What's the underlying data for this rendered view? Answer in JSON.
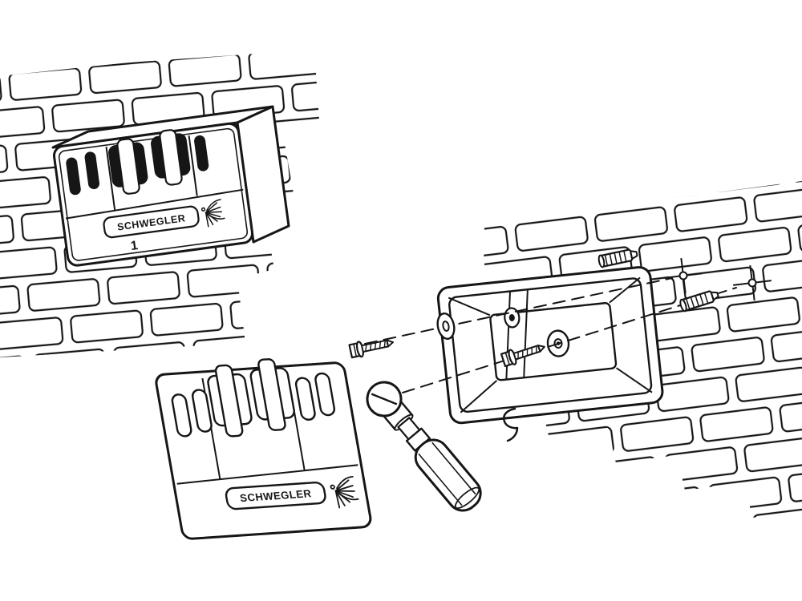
{
  "illustration": {
    "labels": {
      "brand_mounted_box": "SCHWEGLER",
      "brand_front_panel": "SCHWEGLER",
      "model_number": "1"
    },
    "colors": {
      "ink": "#161616",
      "paper": "#ffffff"
    },
    "parts": [
      "brick-wall-upper-left",
      "brick-wall-right",
      "mounted-nest-box",
      "front-panel",
      "box-housing",
      "screw-left",
      "screw-right",
      "washer",
      "wall-plug-left",
      "wall-plug-right",
      "drill-mark-left",
      "drill-mark-right",
      "screwdriver",
      "screw-head-disc",
      "mounting-hook",
      "bird-logo"
    ]
  }
}
